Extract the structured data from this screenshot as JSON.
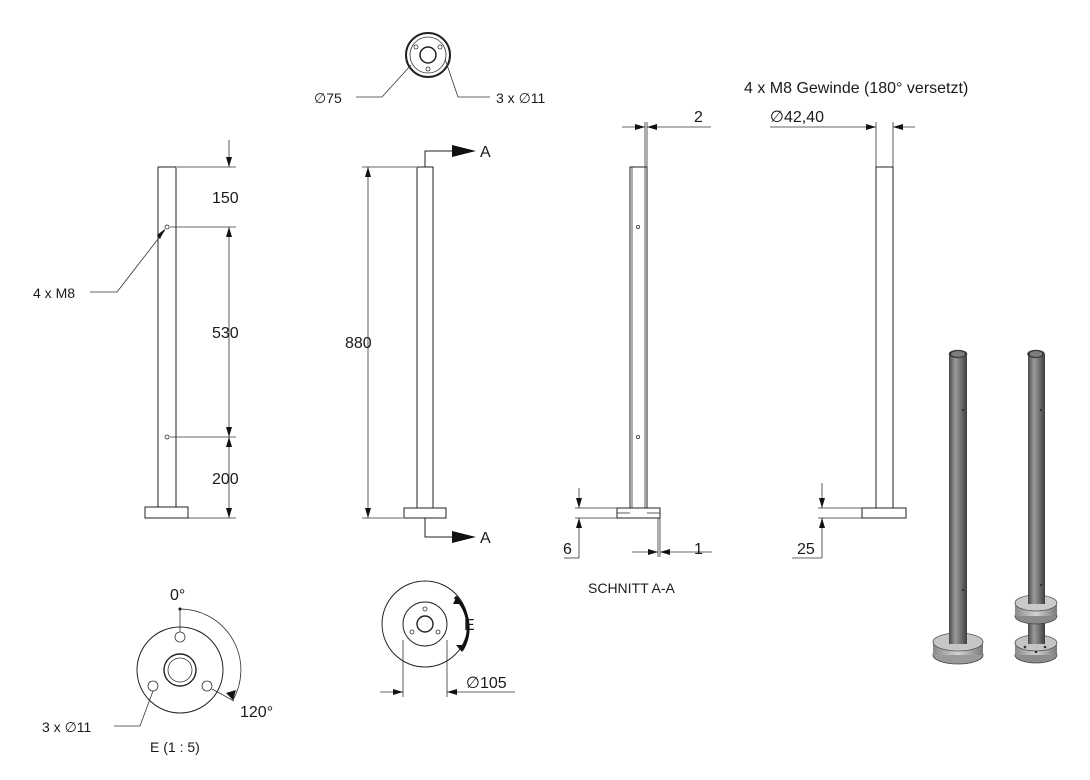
{
  "top_view": {
    "label_diameter": "∅75",
    "label_holes": "3 x ∅11"
  },
  "note_thread": "4 x M8 Gewinde (180° versetzt)",
  "front_view": {
    "dim_top": "150",
    "dim_middle": "530",
    "dim_bottom": "200",
    "label_thread": "4 x M8"
  },
  "side_view": {
    "dim_height": "880",
    "section_mark_top": "A",
    "section_mark_bottom": "A"
  },
  "section_view": {
    "dim_wall": "2",
    "dim_plate": "6",
    "dim_gap": "1",
    "title": "SCHNITT A-A"
  },
  "right_view": {
    "dim_diameter": "∅42,40",
    "dim_plate": "25"
  },
  "detail_e": {
    "angle_zero": "0°",
    "angle_120": "120°",
    "label_holes": "3 x ∅11",
    "title": "E (1 : 5)"
  },
  "base_view": {
    "detail_mark": "E",
    "dim_diameter": "∅105"
  },
  "colors": {
    "line": "#222222",
    "shade_dark": "#6e6e6e",
    "shade_light": "#c8c8c8"
  }
}
